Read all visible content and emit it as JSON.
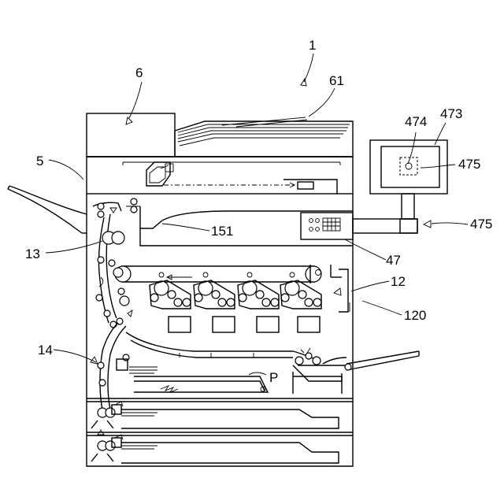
{
  "labels": {
    "l1": "1",
    "l6": "6",
    "l61": "61",
    "l5": "5",
    "l474": "474",
    "l473": "473",
    "l475a": "475",
    "l475b": "475",
    "l151": "151",
    "l13": "13",
    "l47": "47",
    "l12": "12",
    "l120": "120",
    "l14": "14",
    "lP": "P"
  }
}
